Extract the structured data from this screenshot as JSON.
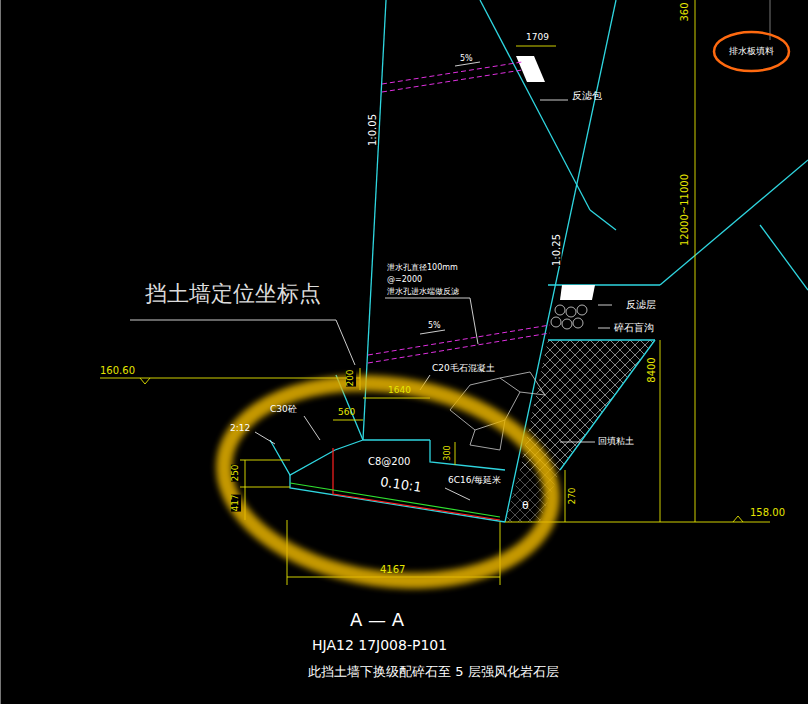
{
  "diagram": {
    "nodes": [
      {
        "text": [
          "排水板填料"
        ]
      }
    ],
    "labels": [
      "1709",
      "5%",
      "反滤包",
      "1:0.05",
      "1:0.25",
      "泄水孔直径100mm",
      "@=2000",
      "泄水孔进水端做反滤",
      "5%",
      "反滤层",
      "碎石盲沟",
      "挡土墙定位坐标点",
      "160.60",
      "200",
      "C20毛石混凝土",
      "1640",
      "C30砼",
      "560",
      "2:12",
      "C8@200",
      "300",
      "250",
      "417",
      "0.10:1",
      "6C16/每延米",
      "270",
      "θ",
      "回填粘土",
      "8400",
      "12000~11000",
      "360",
      "158.00",
      "4167",
      "A — A",
      "HJA12  17J008-P101",
      "此挡土墙下换级配碎石至 5 层强风化岩石层"
    ]
  }
}
